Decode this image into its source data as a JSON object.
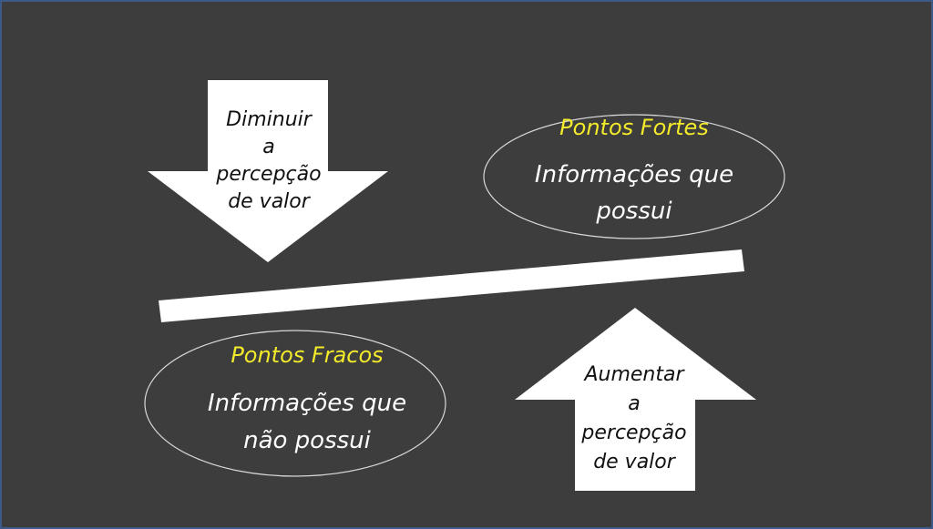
{
  "diagram": {
    "down_arrow": {
      "lines": [
        "Diminuir",
        "a",
        "percepção",
        "de valor"
      ]
    },
    "up_arrow": {
      "lines": [
        "Aumentar",
        "a",
        "percepção",
        "de valor"
      ]
    },
    "strengths": {
      "title": "Pontos Fortes",
      "lines": [
        "Informações que",
        "possui"
      ]
    },
    "weaknesses": {
      "title": "Pontos Fracos",
      "lines": [
        "Informações que",
        "não possui"
      ]
    },
    "colors": {
      "background": "#3d3d3d",
      "border": "#3d5a8a",
      "shapes": "#ffffff",
      "title_text": "#f2ea2a",
      "body_text": "#ffffff",
      "arrow_text": "#111111"
    }
  }
}
